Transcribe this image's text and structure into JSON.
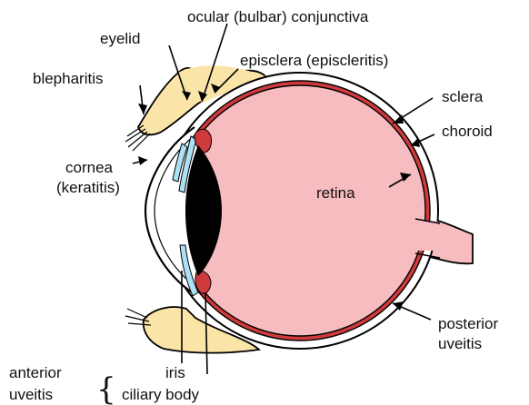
{
  "labels": {
    "eyelid": "eyelid",
    "conjunctiva": "ocular (bulbar) conjunctiva",
    "episclera": "episclera (episcleritis)",
    "blepharitis": "blepharitis",
    "sclera": "sclera",
    "choroid": "choroid",
    "cornea": "cornea",
    "keratitis": "(keratitis)",
    "retina": "retina",
    "posterior": "posterior",
    "uveitis": "uveitis",
    "anterior": "anterior",
    "anterior_uveitis": "uveitis",
    "iris": "iris",
    "ciliary_body": "ciliary body",
    "brace": "{"
  },
  "colors": {
    "vitreous": "#f7bcc0",
    "eyelid_skin": "#fbe4a7",
    "conjunctiva_blue": "#aee0f5",
    "choroid_red": "#cf3a3c",
    "lens": "#000000",
    "outline": "#000000"
  }
}
